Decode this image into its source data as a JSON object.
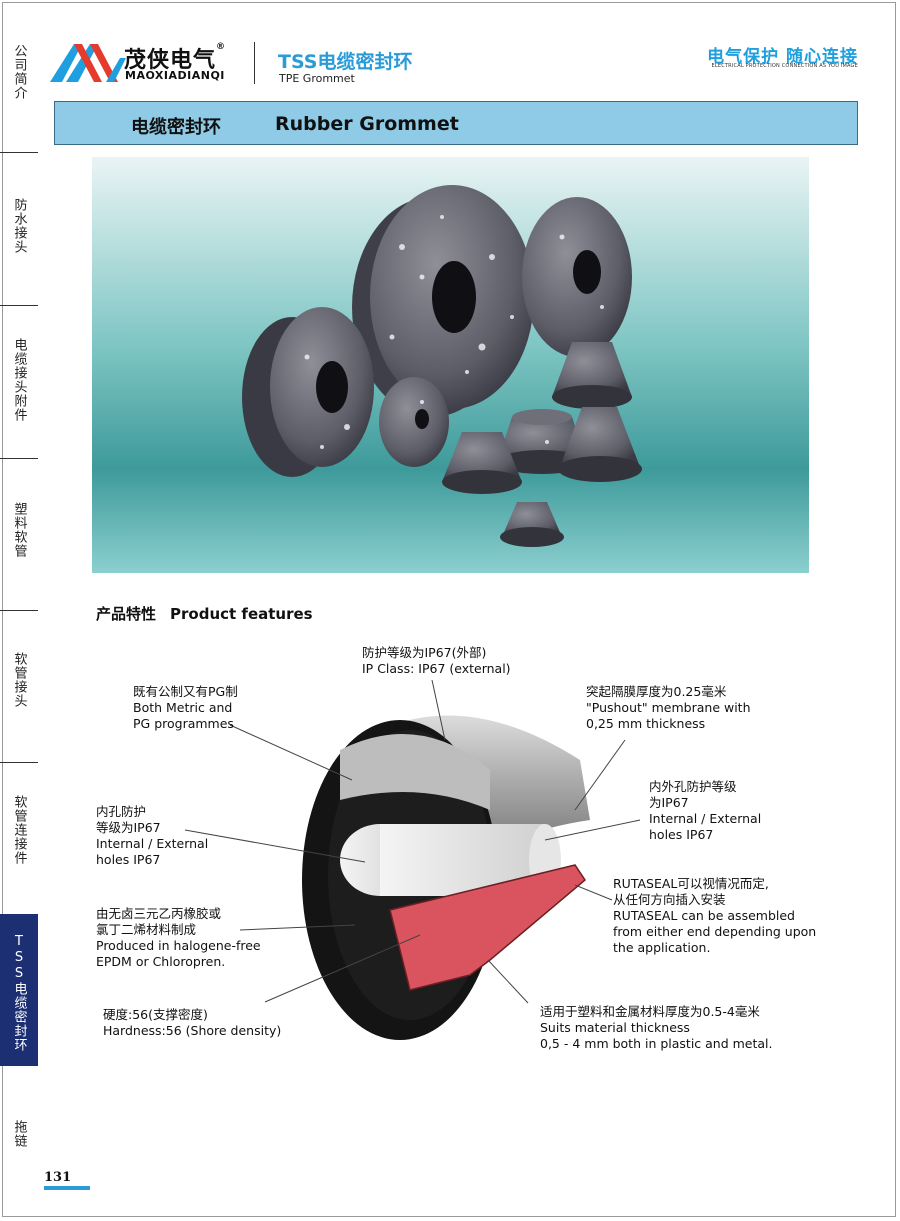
{
  "brand": {
    "name_cn": "茂侠电气",
    "name_en": "MAOXIADIANQI",
    "registered": "®"
  },
  "header": {
    "title": "TSS电缆密封环",
    "subtitle": "TPE Grommet",
    "slogan_cn": "电气保护  随心连接",
    "slogan_en": "ELECTRICAL PROTECTION CONNECTION AS YOU IMAGE"
  },
  "side_nav": [
    {
      "label": "公司简介"
    },
    {
      "label": "防水接头"
    },
    {
      "label": "电缆接头附件"
    },
    {
      "label": "塑料软管"
    },
    {
      "label": "软管接头"
    },
    {
      "label": "软管连接件"
    },
    {
      "label": "TSS电缆密封环",
      "active": true
    },
    {
      "label": "拖链"
    }
  ],
  "banner": {
    "title_cn": "电缆密封环",
    "title_en": "Rubber Grommet"
  },
  "features": {
    "title_cn": "产品特性",
    "title_en": "Product features",
    "labels": {
      "ip_external": [
        "防护等级为IP67(外部)",
        "IP  Class: IP67 (external)"
      ],
      "metric_pg": [
        "既有公制又有PG制",
        "Both Metric and",
        "PG programmes"
      ],
      "pushout": [
        "突起隔膜厚度为0.25毫米",
        "\"Pushout\" membrane with",
        "0,25 mm thickness"
      ],
      "inner_hole": [
        "内孔防护",
        "等级为IP67",
        "Internal / External",
        "holes IP67"
      ],
      "inner_outer_hole": [
        "内外孔防护等级",
        "为IP67",
        "Internal / External",
        " holes IP67"
      ],
      "rutaseal": [
        "RUTASEAL可以视情况而定,",
        "从任何方向插入安装",
        "RUTASEAL  can be assembled",
        "from either end depending upon",
        "the application."
      ],
      "material": [
        "由无卤三元乙丙橡胶或",
        "氯丁二烯材料制成",
        "Produced in halogene-free",
        "EPDM or Chloropren."
      ],
      "hardness": [
        "硬度:56(支撑密度)",
        "Hardness:56 (Shore density)"
      ],
      "thickness": [
        "适用于塑料和金属材料厚度为0.5-4毫米",
        "Suits material thickness",
        "0,5 - 4 mm both in plastic and metal."
      ]
    }
  },
  "page_number": "131",
  "colors": {
    "accent": "#2a9bd6",
    "banner": "#8fcbe6",
    "nav_active": "#1c2f73",
    "seal_red": "#d9545e"
  }
}
